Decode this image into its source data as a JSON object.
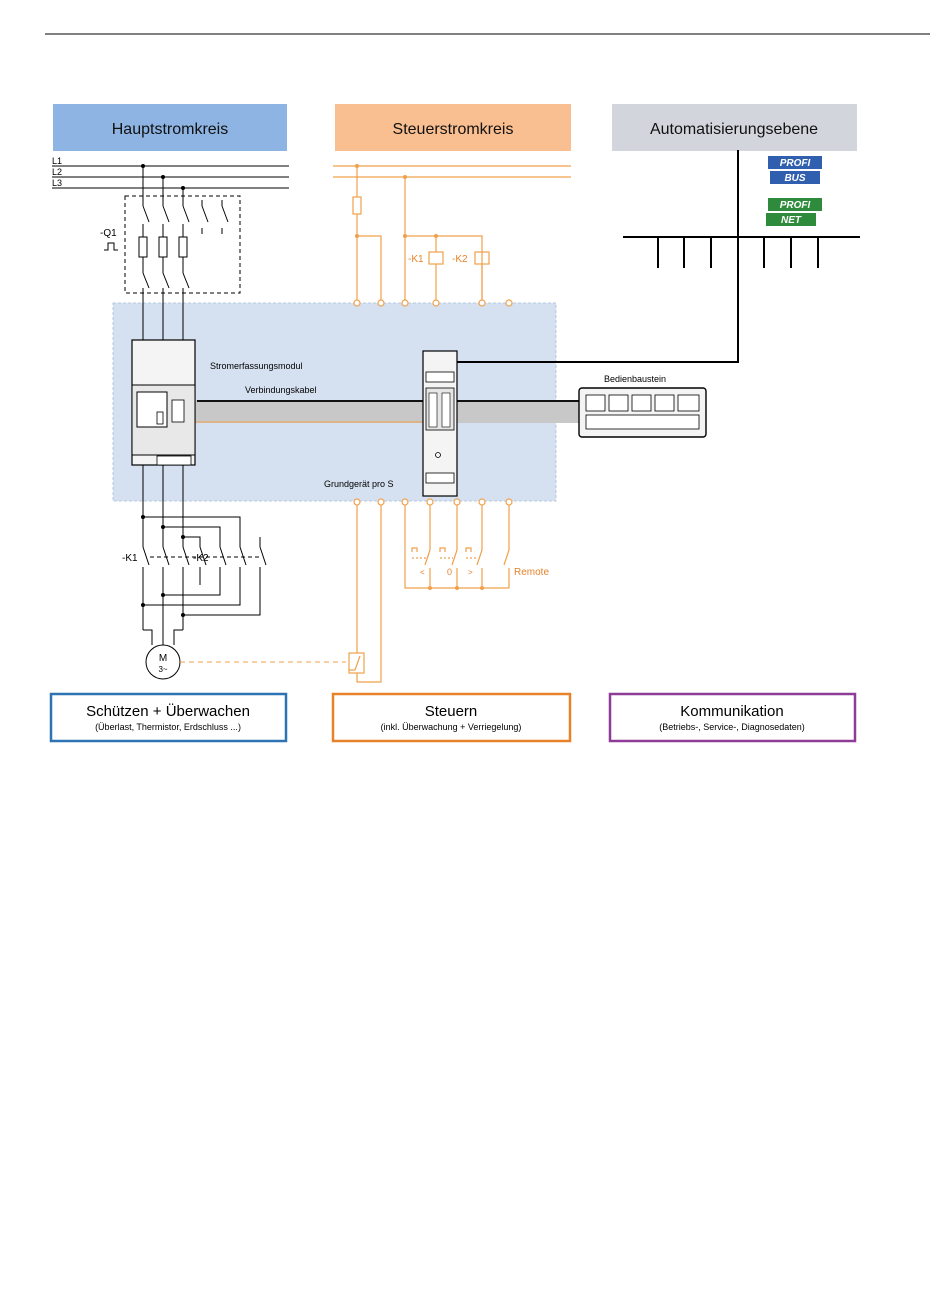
{
  "headers": {
    "main_circuit": "Hauptstromkreis",
    "control_circuit": "Steuerstromkreis",
    "automation": "Automatisierungsebene"
  },
  "phases": [
    "L1",
    "L2",
    "L3"
  ],
  "labels": {
    "q1": "-Q1",
    "k1_main": "-K1",
    "k2_main": "-K2",
    "k1_coil": "-K1",
    "k2_coil": "-K2",
    "current_module": "Stromerfassungsmodul",
    "connection_cable": "Verbindungskabel",
    "operator_panel": "Bedienbaustein",
    "base_unit": "Grundgerät pro S",
    "remote": "Remote",
    "btn_left": "<",
    "btn_zero": "0",
    "btn_right": ">",
    "motor_m": "M",
    "motor_3": "3~",
    "profibus_top": "PROFI",
    "profibus_bottom": "BUS",
    "profinet_top": "PROFI",
    "profinet_bottom": "NET"
  },
  "footers": {
    "protect": {
      "title": "Schützen + Überwachen",
      "subtitle": "(Überlast, Thermistor, Erdschluss ...)"
    },
    "control": {
      "title": "Steuern",
      "subtitle": "(inkl. Überwachung + Verriegelung)"
    },
    "communication": {
      "title": "Kommunikation",
      "subtitle": "(Betriebs-, Service-, Diagnosedaten)"
    }
  },
  "colors": {
    "main_header": "#8db4e2",
    "control_header": "#f9bf90",
    "automation_header": "#d3d5dd",
    "control_line": "#f0a04b",
    "module_area": "#d5e0f0",
    "cable": "#c8c8c8",
    "protect_border": "#2e74b5",
    "control_border": "#e8822a",
    "communication_border": "#8e3c97",
    "profibus": "#2f5fae",
    "profinet": "#2e8b3c"
  }
}
